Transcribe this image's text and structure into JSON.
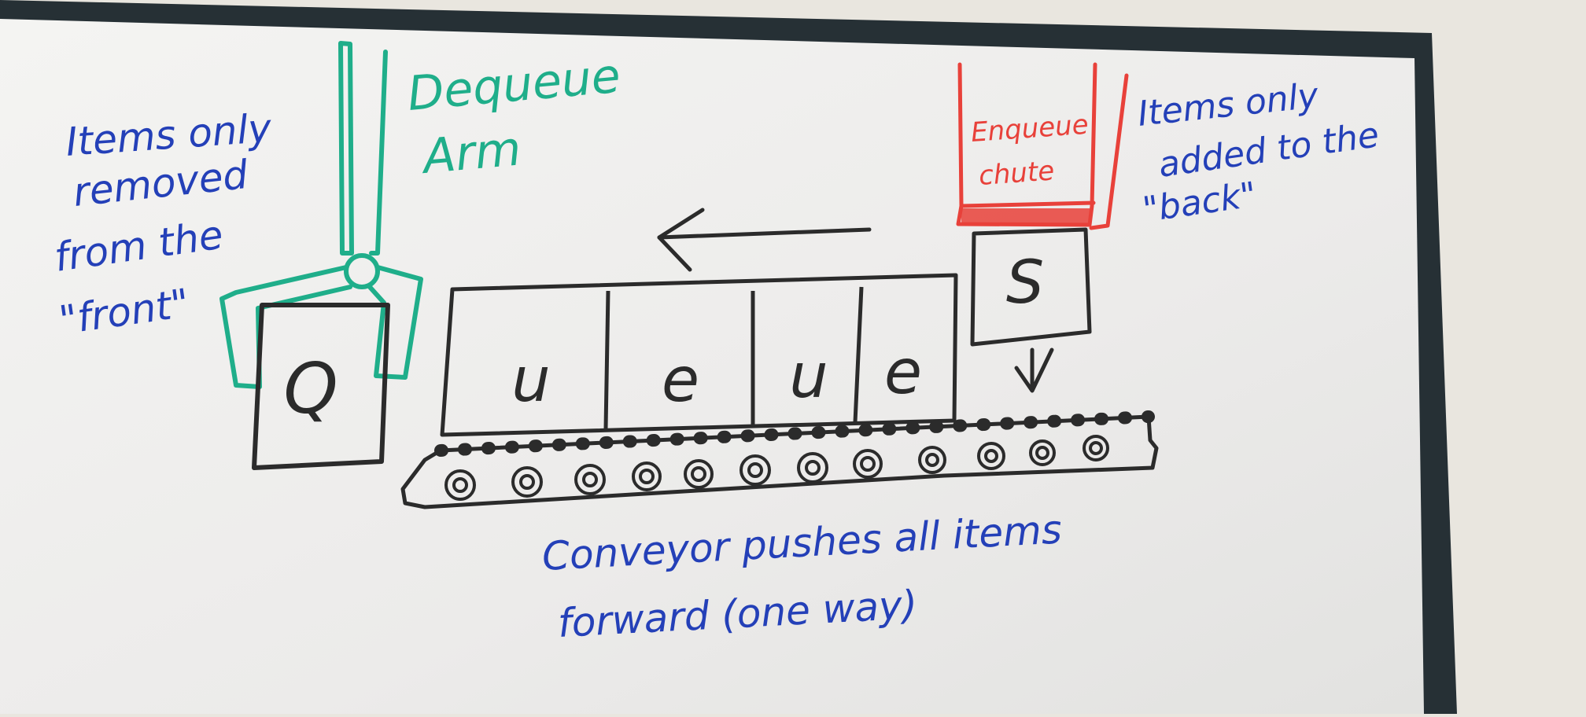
{
  "left_note": {
    "line1": "Items only",
    "line2": "removed",
    "line3": "from the",
    "line4": "\"front\""
  },
  "arm_label": {
    "line1": "Dequeue",
    "line2": "Arm"
  },
  "chute_label": {
    "line1": "Enqueue",
    "line2": "chute"
  },
  "right_note": {
    "line1": "Items only",
    "line2": "added to the",
    "line3": "\"back\""
  },
  "items": {
    "front_item": "Q",
    "queue_boxes": [
      "u",
      "e",
      "u",
      "e"
    ],
    "back_item": "S"
  },
  "conveyor_note": {
    "line1": "Conveyor pushes all items",
    "line2": "forward (one way)"
  },
  "colors": {
    "black_marker": "#2b2b2b",
    "blue_marker": "#2440b8",
    "green_marker": "#1fae8a",
    "red_marker": "#e8413a",
    "board": "#f1f1ef",
    "frame": "#263035",
    "wall": "#e9e6df"
  }
}
